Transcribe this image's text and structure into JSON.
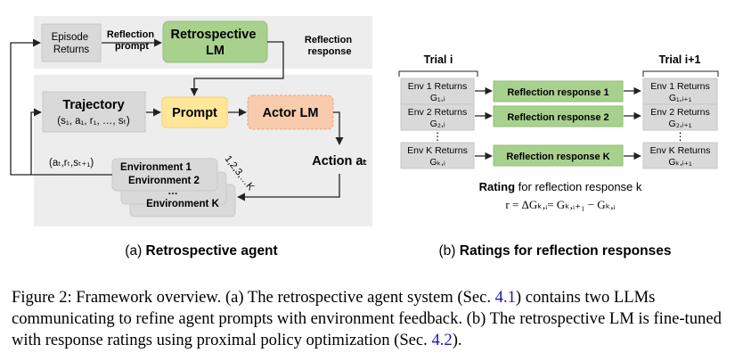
{
  "retrospective": {
    "episode_returns": [
      "Episode",
      "Returns"
    ],
    "reflection_prompt": [
      "Reflection",
      "prompt"
    ],
    "retro_lm": [
      "Retrospective",
      "LM"
    ],
    "reflection_response": [
      "Reflection",
      "response"
    ],
    "trajectory_title": "Trajectory",
    "trajectory_seq": "(s₁, a₁, r₁, …, sₜ)",
    "prompt": "Prompt",
    "actor_lm": "Actor LM",
    "action": "Action aₜ",
    "feedback": "(aₜ,rₜ,sₜ₊₁)",
    "env1": "Environment 1",
    "env2": "Environment 2",
    "dots": "…",
    "envk": "Environment K",
    "env_index": "1,2,3,…K",
    "subcaption_prefix": "(a) ",
    "subcaption_bold": "Retrospective agent"
  },
  "ratings": {
    "trial_i": "Trial i",
    "trial_i1": "Trial i+1",
    "rows": [
      {
        "left1": "Env 1 Returns",
        "left2": "G₁,ᵢ",
        "mid": "Reflection response 1",
        "right1": "Env 1 Returns",
        "right2": "G₁,ᵢ₊₁"
      },
      {
        "left1": "Env 2 Returns",
        "left2": "G₂,ᵢ",
        "mid": "Reflection response 2",
        "right1": "Env 2 Returns",
        "right2": "G₂,ᵢ₊₁"
      },
      {
        "left1": "Env K Returns",
        "left2": "Gₖ,ᵢ",
        "mid": "Reflection response K",
        "right1": "Env K Returns",
        "right2": "Gₖ,ᵢ₊₁"
      }
    ],
    "vdots": "⋮",
    "rating_bold": "Rating",
    "rating_rest": " for reflection response k",
    "formula": "r = ΔGₖ,ᵢ= Gₖ,ᵢ₊₁ − Gₖ,ᵢ",
    "subcaption_prefix": "(b) ",
    "subcaption_bold": "Ratings for reflection responses"
  },
  "caption": {
    "part1": "Figure 2: Framework overview. (a) The retrospective agent system (Sec. ",
    "ref1": "4.1",
    "part2": ") contains two LLMs communicating to refine agent prompts with environment feedback. (b) The retrospective LM is fine-tuned with response ratings using proximal policy optimization (Sec. ",
    "ref2": "4.2",
    "part3": ")."
  },
  "colors": {
    "panel": "#ededed",
    "box_gray": "#d9d9d9",
    "green": "#a9d18e",
    "green_border": "#8fbf72",
    "yellow": "#ffe699",
    "orange": "#f8cbad",
    "orange_border": "#e9a57c"
  }
}
